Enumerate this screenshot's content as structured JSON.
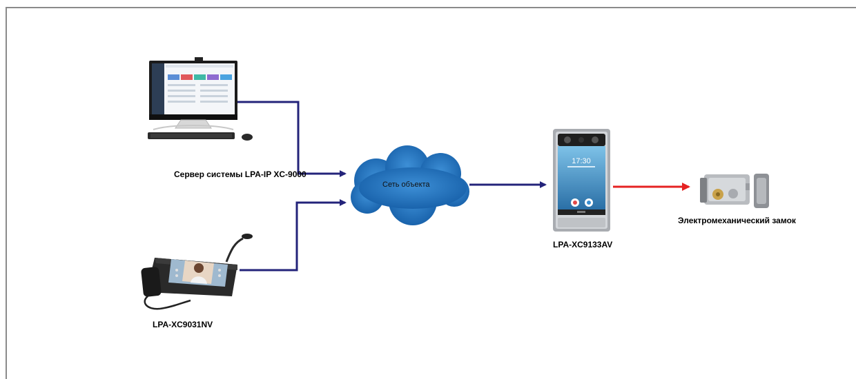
{
  "labels": {
    "server": "Сервер системы LPA-IP XC-9000",
    "network": "Сеть объекта",
    "panel": "LPA-XC9133AV",
    "lock": "Электромеханический замок",
    "monitor": "LPA-XC9031NV"
  },
  "panel_screen": {
    "time": "17:30"
  },
  "colors": {
    "link": "#23237a",
    "lock_link": "#e52222",
    "cloud": "#1e74c0",
    "frame": "#8a8a8a"
  }
}
